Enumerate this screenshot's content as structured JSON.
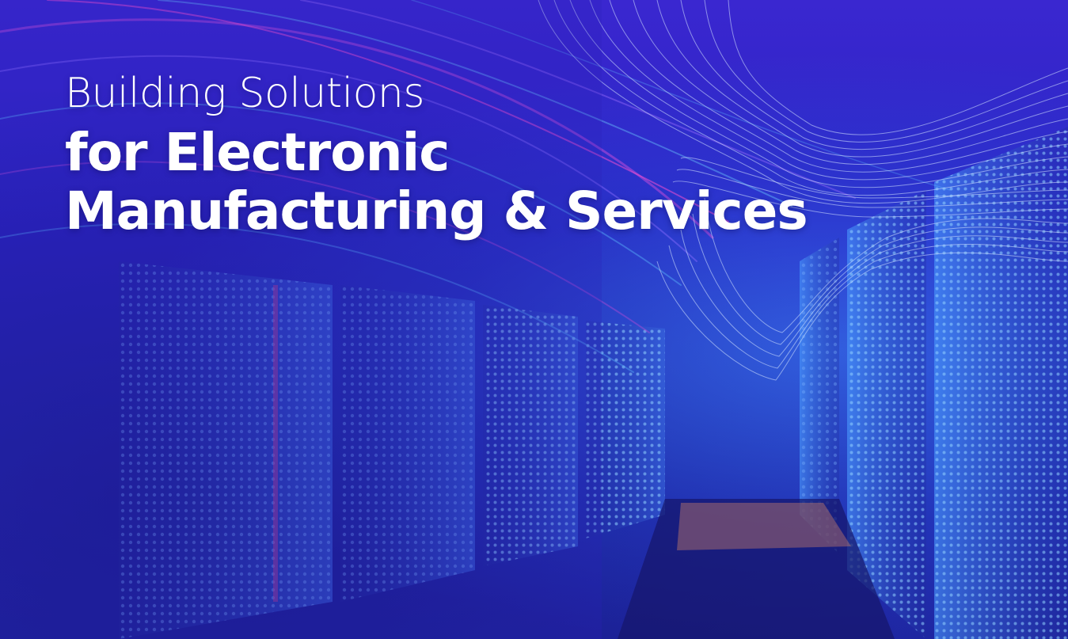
{
  "hero": {
    "title_line_1": "Building Solutions",
    "title_line_2": "for Electronic",
    "title_line_3": "Manufacturing & Services"
  },
  "colors": {
    "background_primary": "#2a24c2",
    "background_deep": "#1e25a0",
    "accent_magenta": "#c04ad8",
    "accent_cyan": "#5fc0ff",
    "text": "#ffffff"
  }
}
